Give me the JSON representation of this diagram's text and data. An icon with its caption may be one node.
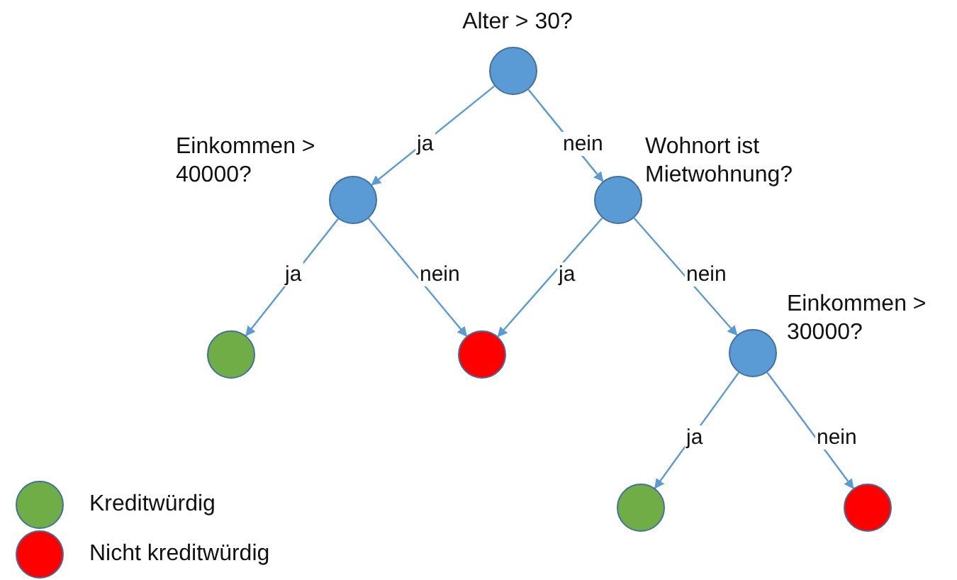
{
  "diagram": {
    "nodes": [
      {
        "text": [
          "Alter > 30?"
        ]
      },
      {
        "text": [
          "Einkommen > 40000?"
        ]
      },
      {
        "text": [
          "Wohnort ist Mietwohnung?"
        ]
      },
      {
        "text": [],
        "shape": "circle"
      },
      {
        "text": [],
        "shape": "circle"
      },
      {
        "text": [
          "Einkommen > 30000?"
        ]
      },
      {
        "text": [],
        "shape": "circle"
      },
      {
        "text": [],
        "shape": "circle"
      }
    ],
    "edges": [
      {
        "from": 0,
        "to": 1,
        "arrow": "to",
        "label": "ja"
      },
      {
        "from": 0,
        "to": 2,
        "arrow": "to",
        "label": "nein"
      },
      {
        "from": 1,
        "to": 3,
        "arrow": "to",
        "label": "ja"
      },
      {
        "from": 1,
        "to": 4,
        "arrow": "to",
        "label": "nein"
      },
      {
        "from": 2,
        "to": 4,
        "arrow": "to",
        "label": "ja"
      },
      {
        "from": 2,
        "to": 5,
        "arrow": "to",
        "label": "nein"
      },
      {
        "from": 5,
        "to": 6,
        "arrow": "to",
        "label": "ja"
      },
      {
        "from": 5,
        "to": 7,
        "arrow": "to",
        "label": "nein"
      }
    ],
    "legend": [
      {
        "text": "Kreditwürdig",
        "color": "#70ad47"
      },
      {
        "text": "Nicht kreditwürdig",
        "color": "#ff0000"
      }
    ]
  }
}
